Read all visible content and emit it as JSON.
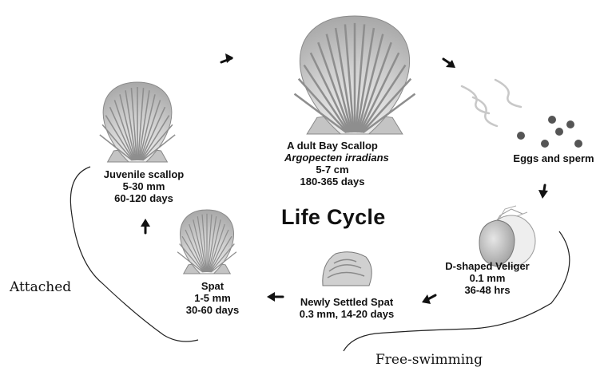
{
  "title": "Life Cycle",
  "stages": {
    "adult": {
      "line1": "A dult Bay Scallop",
      "line2": "Argopecten irradians",
      "line3": "5-7 cm",
      "line4": "180-365 days"
    },
    "eggs": {
      "line1": "Eggs and sperm"
    },
    "veliger": {
      "line1": "D-shaped Veliger",
      "line2": "0.1 mm",
      "line3": "36-48 hrs"
    },
    "settled": {
      "line1": "Newly Settled Spat",
      "line2": "0.3 mm, 14-20 days"
    },
    "spat": {
      "line1": "Spat",
      "line2": "1-5 mm",
      "line3": "30-60 days"
    },
    "juvenile": {
      "line1": "Juvenile scallop",
      "line2": "5-30 mm",
      "line3": "60-120 days"
    }
  },
  "phases": {
    "attached": "Attached",
    "free_swimming": "Free-swimming"
  },
  "colors": {
    "shell_light": "#e4e4e4",
    "shell_dark": "#8c8c8c",
    "egg": "#555555",
    "ink": "#111111"
  }
}
